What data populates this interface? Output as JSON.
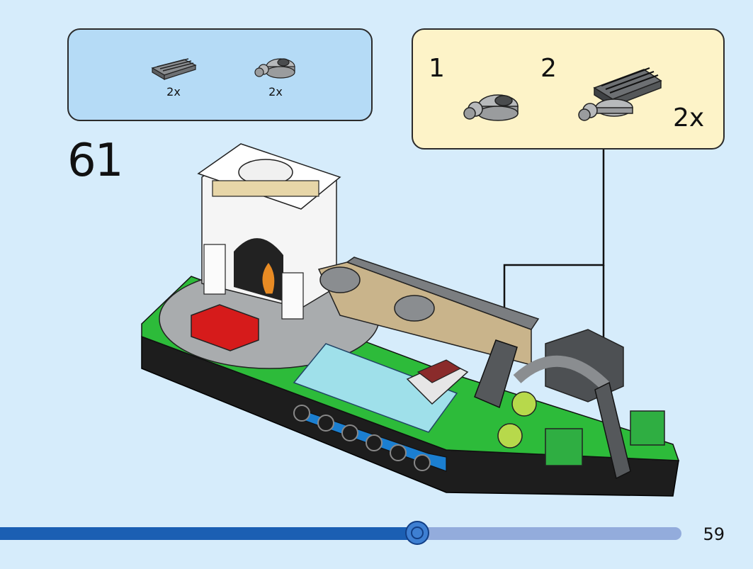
{
  "parts": [
    {
      "name": "grille-plate",
      "qty": "2x"
    },
    {
      "name": "clip-plate",
      "qty": "2x"
    }
  ],
  "substep": {
    "steps": [
      "1",
      "2"
    ],
    "multiplier": "2x"
  },
  "step_number": "61",
  "page_number": "59",
  "progress": {
    "fraction": 0.612
  }
}
